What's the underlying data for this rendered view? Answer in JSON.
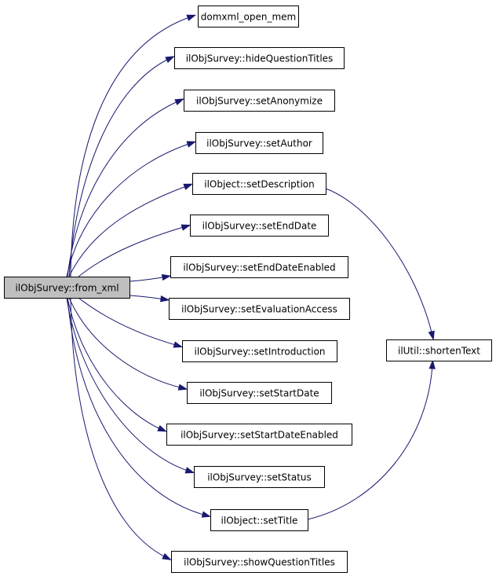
{
  "graph": {
    "root": {
      "id": "from_xml",
      "label": "ilObjSurvey::from_xml"
    },
    "callees": [
      {
        "id": "domxml_open_mem",
        "label": "domxml_open_mem"
      },
      {
        "id": "hideQuestionTitles",
        "label": "ilObjSurvey::hideQuestionTitles"
      },
      {
        "id": "setAnonymize",
        "label": "ilObjSurvey::setAnonymize"
      },
      {
        "id": "setAuthor",
        "label": "ilObjSurvey::setAuthor"
      },
      {
        "id": "setDescription",
        "label": "ilObject::setDescription"
      },
      {
        "id": "setEndDate",
        "label": "ilObjSurvey::setEndDate"
      },
      {
        "id": "setEndDateEnabled",
        "label": "ilObjSurvey::setEndDateEnabled"
      },
      {
        "id": "setEvaluationAccess",
        "label": "ilObjSurvey::setEvaluationAccess"
      },
      {
        "id": "setIntroduction",
        "label": "ilObjSurvey::setIntroduction"
      },
      {
        "id": "setStartDate",
        "label": "ilObjSurvey::setStartDate"
      },
      {
        "id": "setStartDateEnabled",
        "label": "ilObjSurvey::setStartDateEnabled"
      },
      {
        "id": "setStatus",
        "label": "ilObjSurvey::setStatus"
      },
      {
        "id": "setTitle",
        "label": "ilObject::setTitle"
      },
      {
        "id": "showQuestionTitles",
        "label": "ilObjSurvey::showQuestionTitles"
      }
    ],
    "secondary": [
      {
        "id": "shortenText",
        "label": "ilUtil::shortenText"
      }
    ],
    "edges": [
      {
        "from": "from_xml",
        "to": "domxml_open_mem"
      },
      {
        "from": "from_xml",
        "to": "hideQuestionTitles"
      },
      {
        "from": "from_xml",
        "to": "setAnonymize"
      },
      {
        "from": "from_xml",
        "to": "setAuthor"
      },
      {
        "from": "from_xml",
        "to": "setDescription"
      },
      {
        "from": "from_xml",
        "to": "setEndDate"
      },
      {
        "from": "from_xml",
        "to": "setEndDateEnabled"
      },
      {
        "from": "from_xml",
        "to": "setEvaluationAccess"
      },
      {
        "from": "from_xml",
        "to": "setIntroduction"
      },
      {
        "from": "from_xml",
        "to": "setStartDate"
      },
      {
        "from": "from_xml",
        "to": "setStartDateEnabled"
      },
      {
        "from": "from_xml",
        "to": "setStatus"
      },
      {
        "from": "from_xml",
        "to": "setTitle"
      },
      {
        "from": "from_xml",
        "to": "showQuestionTitles"
      },
      {
        "from": "setDescription",
        "to": "shortenText"
      },
      {
        "from": "setTitle",
        "to": "shortenText"
      }
    ],
    "colors": {
      "edge": "#191970",
      "root_fill": "#bfbfbf",
      "node_fill": "#ffffff",
      "node_stroke": "#000000"
    }
  }
}
